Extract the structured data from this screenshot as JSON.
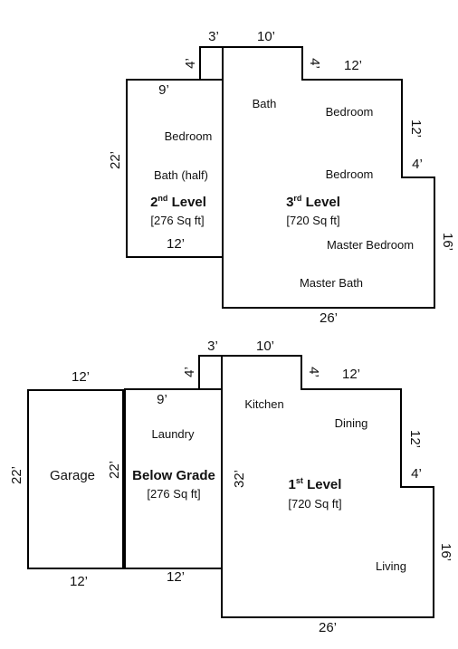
{
  "upper": {
    "level2": {
      "title_main": "2",
      "title_sup": "nd",
      "title_rest": " Level",
      "area": "[276 Sq ft]"
    },
    "level3": {
      "title_main": "3",
      "title_sup": "rd",
      "title_rest": " Level",
      "area": "[720 Sq ft]"
    },
    "rooms": {
      "bath": "Bath",
      "bedroom_a": "Bedroom",
      "bedroom_b": "Bedroom",
      "bedroom_left": "Bedroom",
      "bath_half": "Bath (half)",
      "master_bedroom": "Master Bedroom",
      "master_bath": "Master Bath"
    },
    "dims": {
      "d3": "3’",
      "d10": "10’",
      "d4a": "4’",
      "d12a": "12’",
      "d4b": "4’",
      "d9": "9’",
      "d12v": "12’",
      "d22": "22’",
      "d4c": "4’",
      "d16": "16’",
      "d12b": "12’",
      "d26": "26’"
    }
  },
  "lower": {
    "below": {
      "title": "Below Grade",
      "area": "[276 Sq ft]"
    },
    "level1": {
      "title_main": "1",
      "title_sup": "st",
      "title_rest": " Level",
      "area": "[720 Sq ft]"
    },
    "rooms": {
      "garage": "Garage",
      "laundry": "Laundry",
      "kitchen": "Kitchen",
      "dining": "Dining",
      "living": "Living"
    },
    "dims": {
      "d3": "3’",
      "d10": "10’",
      "d4a": "4’",
      "d12top_g": "12’",
      "d4b": "4’",
      "d12a": "12’",
      "d9": "9’",
      "d22a": "22’",
      "d22b": "22’",
      "d32": "32’",
      "d12v": "12’",
      "d4c": "4’",
      "d16": "16’",
      "d12bot_g": "12’",
      "d12b": "12’",
      "d26": "26’"
    }
  }
}
